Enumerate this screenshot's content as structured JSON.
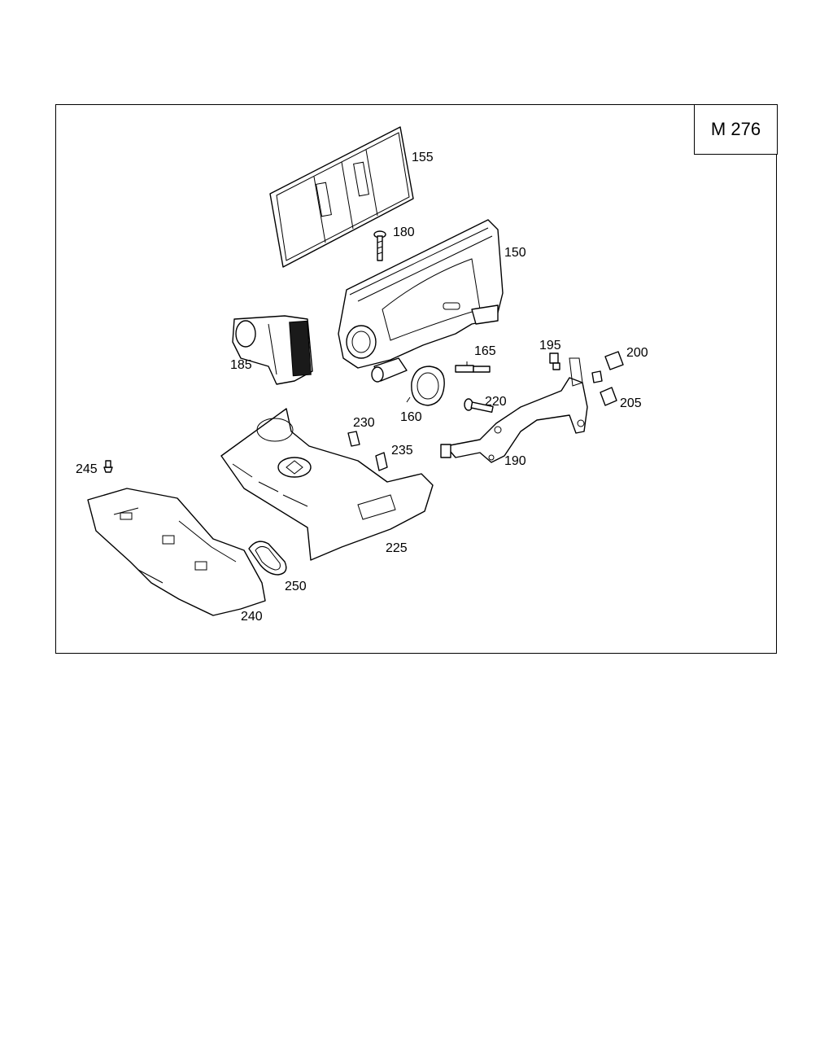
{
  "model": "M 276",
  "parts": [
    {
      "id": "p155",
      "label": "155"
    },
    {
      "id": "p180",
      "label": "180"
    },
    {
      "id": "p150",
      "label": "150"
    },
    {
      "id": "p185",
      "label": "185"
    },
    {
      "id": "p165",
      "label": "165"
    },
    {
      "id": "p160",
      "label": "160"
    },
    {
      "id": "p195",
      "label": "195"
    },
    {
      "id": "p200",
      "label": "200"
    },
    {
      "id": "p205",
      "label": "205"
    },
    {
      "id": "p220",
      "label": "220"
    },
    {
      "id": "p230",
      "label": "230"
    },
    {
      "id": "p235",
      "label": "235"
    },
    {
      "id": "p190",
      "label": "190"
    },
    {
      "id": "p245",
      "label": "245"
    },
    {
      "id": "p225",
      "label": "225"
    },
    {
      "id": "p250",
      "label": "250"
    },
    {
      "id": "p240",
      "label": "240"
    }
  ]
}
